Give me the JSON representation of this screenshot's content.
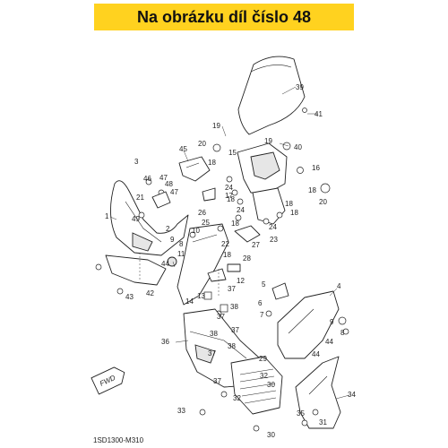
{
  "header": {
    "title": "Na obrázku díl číslo 48",
    "background_color": "#ffd21f"
  },
  "diagram": {
    "code": "1SD1300-M310",
    "direction_badge": "FWD",
    "callouts": [
      "1",
      "2",
      "3",
      "4",
      "5",
      "6",
      "7",
      "8",
      "9",
      "10",
      "11",
      "12",
      "13",
      "14",
      "15",
      "16",
      "17",
      "18",
      "19",
      "20",
      "21",
      "22",
      "23",
      "24",
      "25",
      "26",
      "27",
      "28",
      "29",
      "30",
      "31",
      "32",
      "33",
      "34",
      "35",
      "36",
      "37",
      "38",
      "39",
      "40",
      "41",
      "42",
      "43",
      "44",
      "45",
      "46",
      "47",
      "48",
      "49"
    ]
  }
}
